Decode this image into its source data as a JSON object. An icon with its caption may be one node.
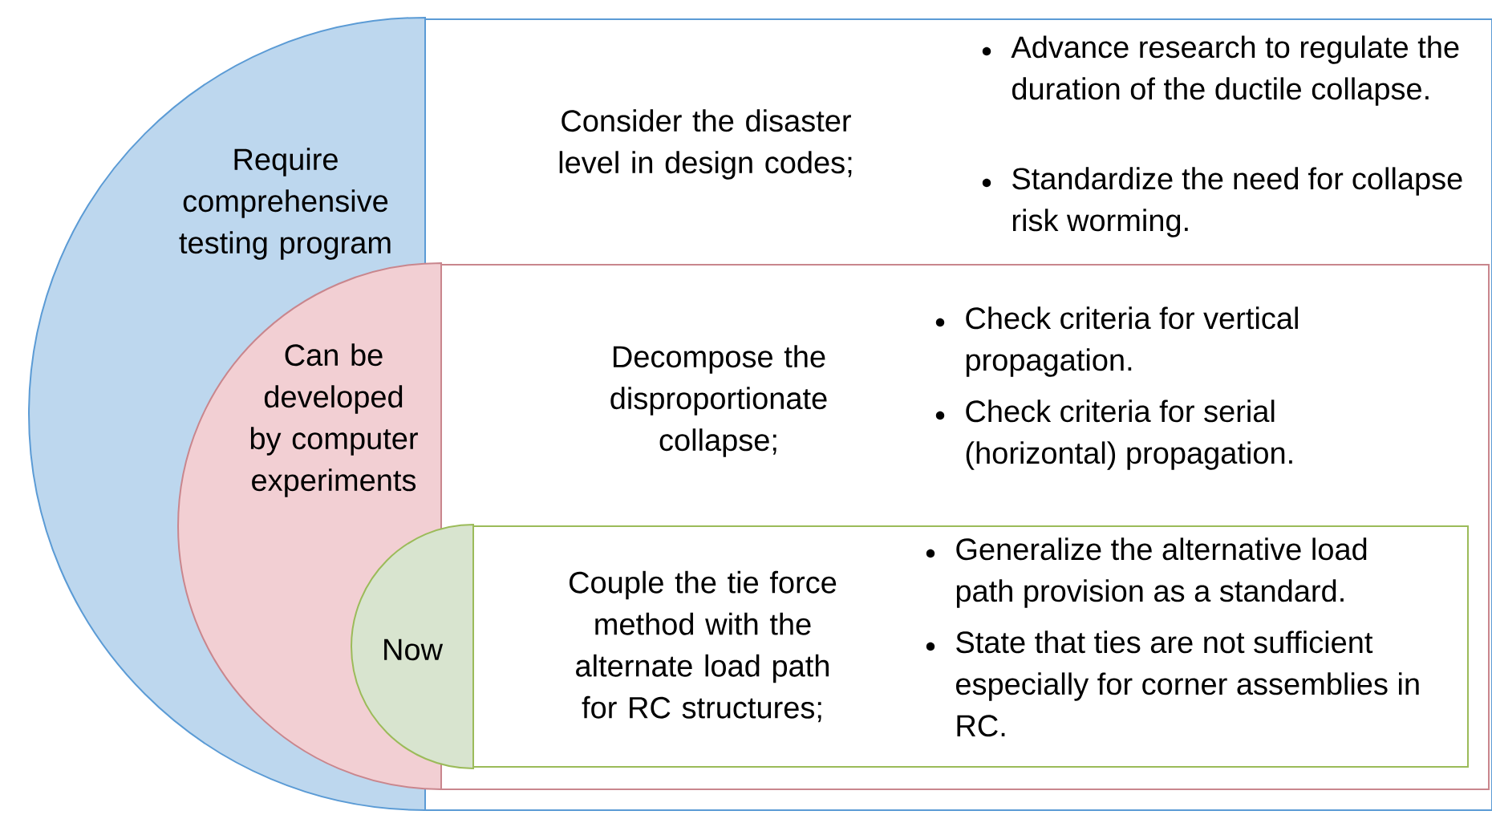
{
  "diagram": {
    "nodes": [
      {
        "text": [
          "Require comprehensive testing program"
        ]
      },
      {
        "text": [
          "Consider the disaster level in design codes;",
          "Advance research to regulate the duration of the ductile collapse.",
          "Standardize the need for collapse risk worming."
        ]
      },
      {
        "text": [
          "Can be developed by computer experiments"
        ]
      },
      {
        "text": [
          "Decompose the disproportionate collapse;",
          "Check criteria for vertical propagation.",
          "Check criteria for serial (horizontal) propagation."
        ],
        "in": 1
      },
      {
        "text": [
          "Now"
        ]
      },
      {
        "text": [
          "Couple the tie force method with the alternate load path for RC structures;",
          "Generalize the alternative load path provision as a standard.",
          "State that ties are not sufficient especially for corner assemblies in RC."
        ],
        "in": 3
      }
    ]
  }
}
